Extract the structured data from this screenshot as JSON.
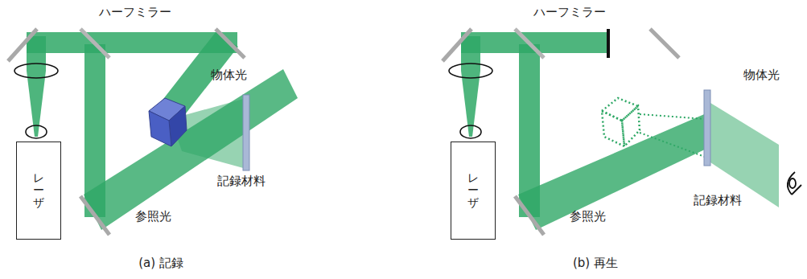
{
  "diagram": {
    "nodes": [
      {
        "text": [
          "レーザ"
        ]
      },
      {
        "text": [
          "レーザ"
        ]
      }
    ],
    "labels": [
      "ハーフミラー",
      "物体光",
      "記録材料",
      "参照光",
      "(a) 記録",
      "ハーフミラー",
      "物体光",
      "記録材料",
      "参照光",
      "(b) 再生"
    ]
  }
}
